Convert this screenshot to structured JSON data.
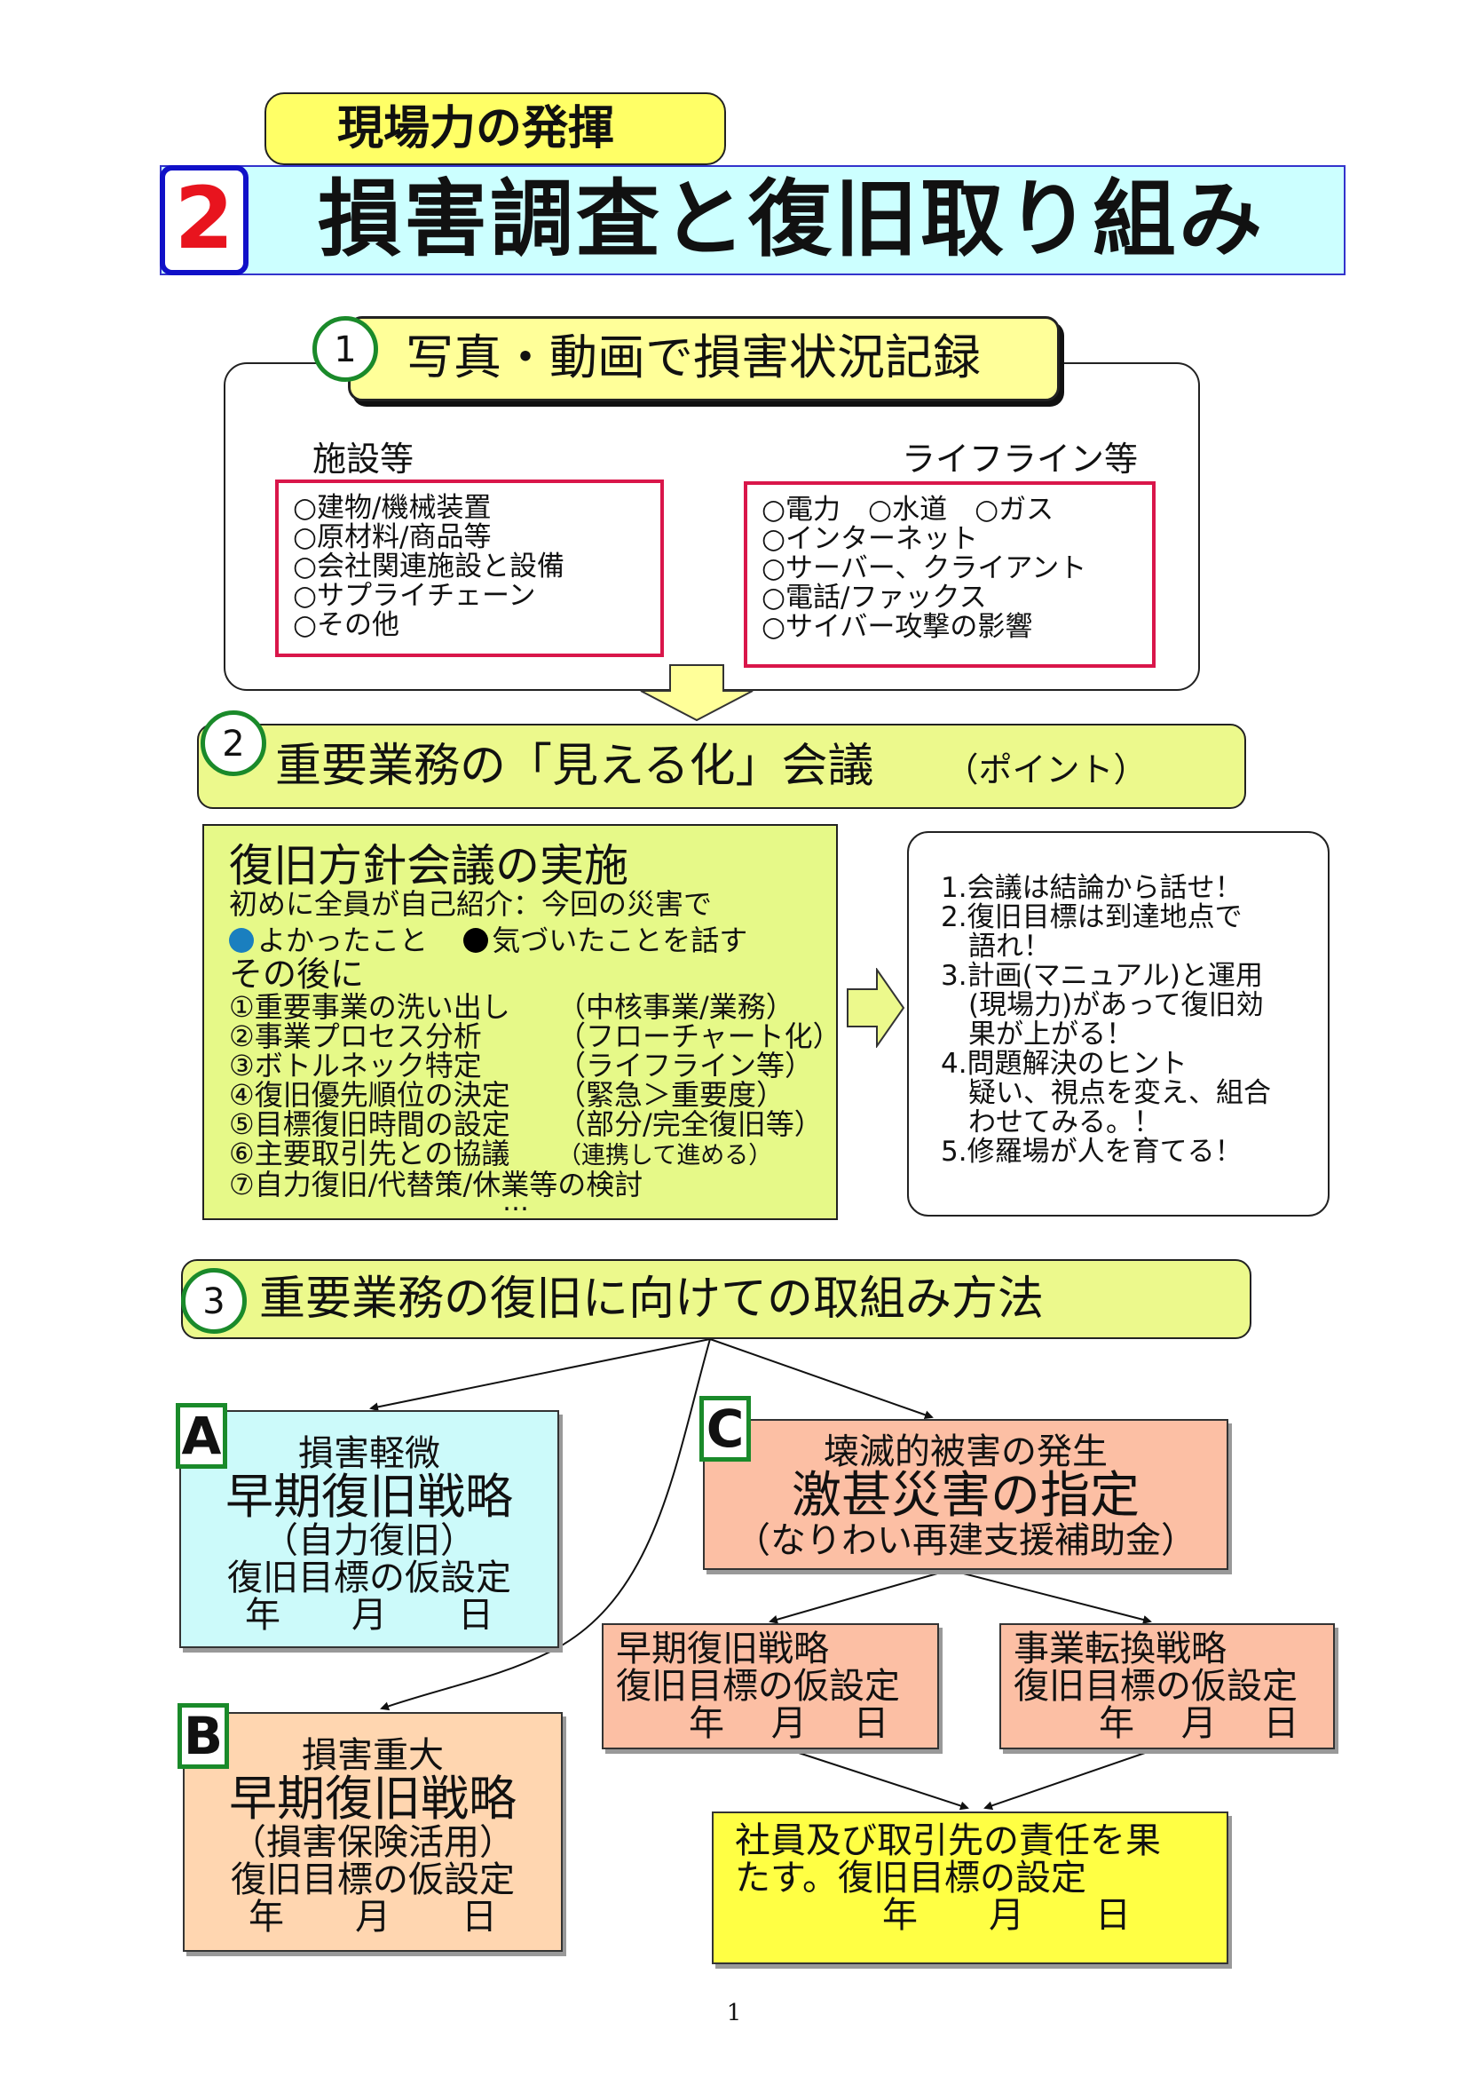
{
  "header": {
    "tag": "現場力の発揮",
    "number": "2",
    "title": "損害調査と復旧取り組み"
  },
  "section1": {
    "num": "1",
    "title": "写真・動画で損害状況記録",
    "left_label": "施設等",
    "right_label": "ライフライン等",
    "left_items": [
      "○建物/機械装置",
      "○原材料/商品等",
      "○会社関連施設と設備",
      "○サプライチェーン",
      "○その他"
    ],
    "right_items": [
      "○電力　○水道　○ガス",
      "○インターネット",
      "○サーバー、クライアント",
      "○電話/ファックス",
      "○サイバー攻撃の影響"
    ]
  },
  "section2": {
    "num": "2",
    "title": "重要業務の「見える化」会議",
    "point": "（ポイント）",
    "plan": {
      "heading": "復旧方針会議の実施",
      "intro": "初めに全員が自己紹介：今回の災害で",
      "good": "よかったこと",
      "noticed": "気づいたことを話す",
      "after": "その後に",
      "steps": [
        {
          "task": "①重要事業の洗い出し",
          "note": "（中核事業/業務）"
        },
        {
          "task": "②事業プロセス分析",
          "note": "（フローチャート化）"
        },
        {
          "task": "③ボトルネック特定",
          "note": "（ライフライン等）"
        },
        {
          "task": "④復旧優先順位の決定",
          "note": "（緊急＞重要度）"
        },
        {
          "task": "⑤目標復旧時間の設定",
          "note": "（部分/完全復旧等）"
        },
        {
          "task": "⑥主要取引先との協議",
          "note": "（連携して進める）"
        },
        {
          "task": "⑦自力復旧/代替策/休業等の検討",
          "note": ""
        }
      ],
      "ellipsis": "…",
      "colors": {
        "good_dot": "#1a7fbf",
        "noticed_dot": "#000000"
      }
    },
    "tips": [
      "1.会議は結論から話せ！",
      "2.復旧目標は到達地点で",
      "　語れ！",
      "3.計画(マニュアル)と運用",
      "　(現場力)があって復旧効",
      "　果が上がる！",
      "4.問題解決のヒント",
      "　疑い、視点を変え、組合",
      "　わせてみる。！",
      "5.修羅場が人を育てる！"
    ]
  },
  "section3": {
    "num": "3",
    "title": "重要業務の復旧に向けての取組み方法",
    "a": {
      "letter": "A",
      "line1": "損害軽微",
      "line2": "早期復旧戦略",
      "line3": "（自力復旧）",
      "line4": "復旧目標の仮設定",
      "line5": "年　　月　　日"
    },
    "b": {
      "letter": "B",
      "line1": "損害重大",
      "line2": "早期復旧戦略",
      "line3": "（損害保険活用）",
      "line4": "復旧目標の仮設定",
      "line5": "年　　月　　日"
    },
    "c": {
      "letter": "C",
      "line1": "壊滅的被害の発生",
      "line2": "激甚災害の指定",
      "line3": "（なりわい再建支援補助金）"
    },
    "c1": {
      "line1": "早期復旧戦略",
      "line2": "復旧目標の仮設定",
      "line3": "年　 月　 日"
    },
    "c2": {
      "line1": "事業転換戦略",
      "line2": "復旧目標の仮設定",
      "line3": "年　 月　 日"
    },
    "final": {
      "line1": "社員及び取引先の責任を果",
      "line2": "たす。復旧目標の設定",
      "line3": "年　　月　　日"
    }
  },
  "page_number": "1"
}
